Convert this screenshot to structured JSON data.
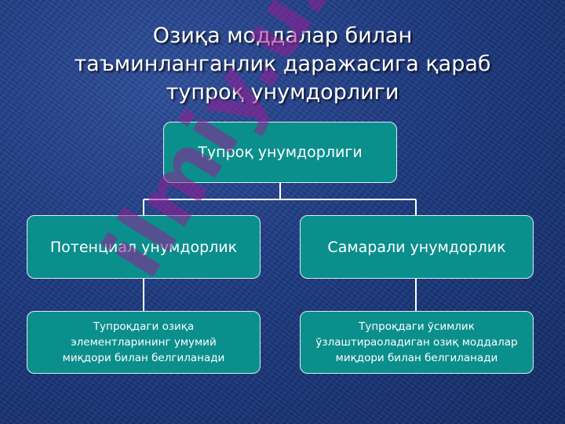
{
  "title": {
    "line1": "Озиқа моддалар билан",
    "line2": "таъминланганлик даражасига қараб",
    "line3": "тупроқ унумдорлиги"
  },
  "watermark": "ilmiy.uz",
  "nodes": {
    "root": "Тупроқ унумдорлиги",
    "potential": "Потенциал унумдорлик",
    "effective": "Самарали унумдорлик",
    "potential_desc": {
      "line1": "Тупроқдаги озиқа",
      "line2": "элементларининг умумий",
      "line3": "миқдори билан белгиланади"
    },
    "effective_desc": {
      "line1": "Тупроқдаги ўсимлик",
      "line2": "ўзлаштираоладиган озиқ моддалар",
      "line3": "миқдори билан белгиланади"
    }
  },
  "colors": {
    "node_fill": "#0b8f8c",
    "connector": "#ffffff",
    "title_text": "#ffffff",
    "background": "#1d3a80"
  }
}
